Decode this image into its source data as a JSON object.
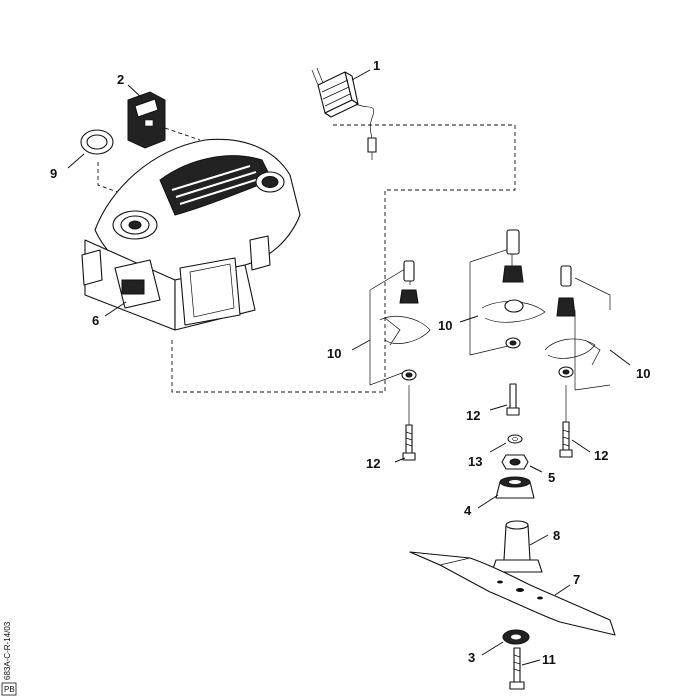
{
  "callouts": [
    {
      "id": "c1",
      "label": "1"
    },
    {
      "id": "c2",
      "label": "2"
    },
    {
      "id": "c9",
      "label": "9"
    },
    {
      "id": "c6",
      "label": "6"
    },
    {
      "id": "c10a",
      "label": "10"
    },
    {
      "id": "c10b",
      "label": "10"
    },
    {
      "id": "c10c",
      "label": "10"
    },
    {
      "id": "c12a",
      "label": "12"
    },
    {
      "id": "c12b",
      "label": "12"
    },
    {
      "id": "c12c",
      "label": "12"
    },
    {
      "id": "c13",
      "label": "13"
    },
    {
      "id": "c5",
      "label": "5"
    },
    {
      "id": "c4",
      "label": "4"
    },
    {
      "id": "c8",
      "label": "8"
    },
    {
      "id": "c7",
      "label": "7"
    },
    {
      "id": "c3",
      "label": "3"
    },
    {
      "id": "c11",
      "label": "11"
    }
  ],
  "reference_code": "683A-C-R-14/03",
  "logo_text": "PB"
}
